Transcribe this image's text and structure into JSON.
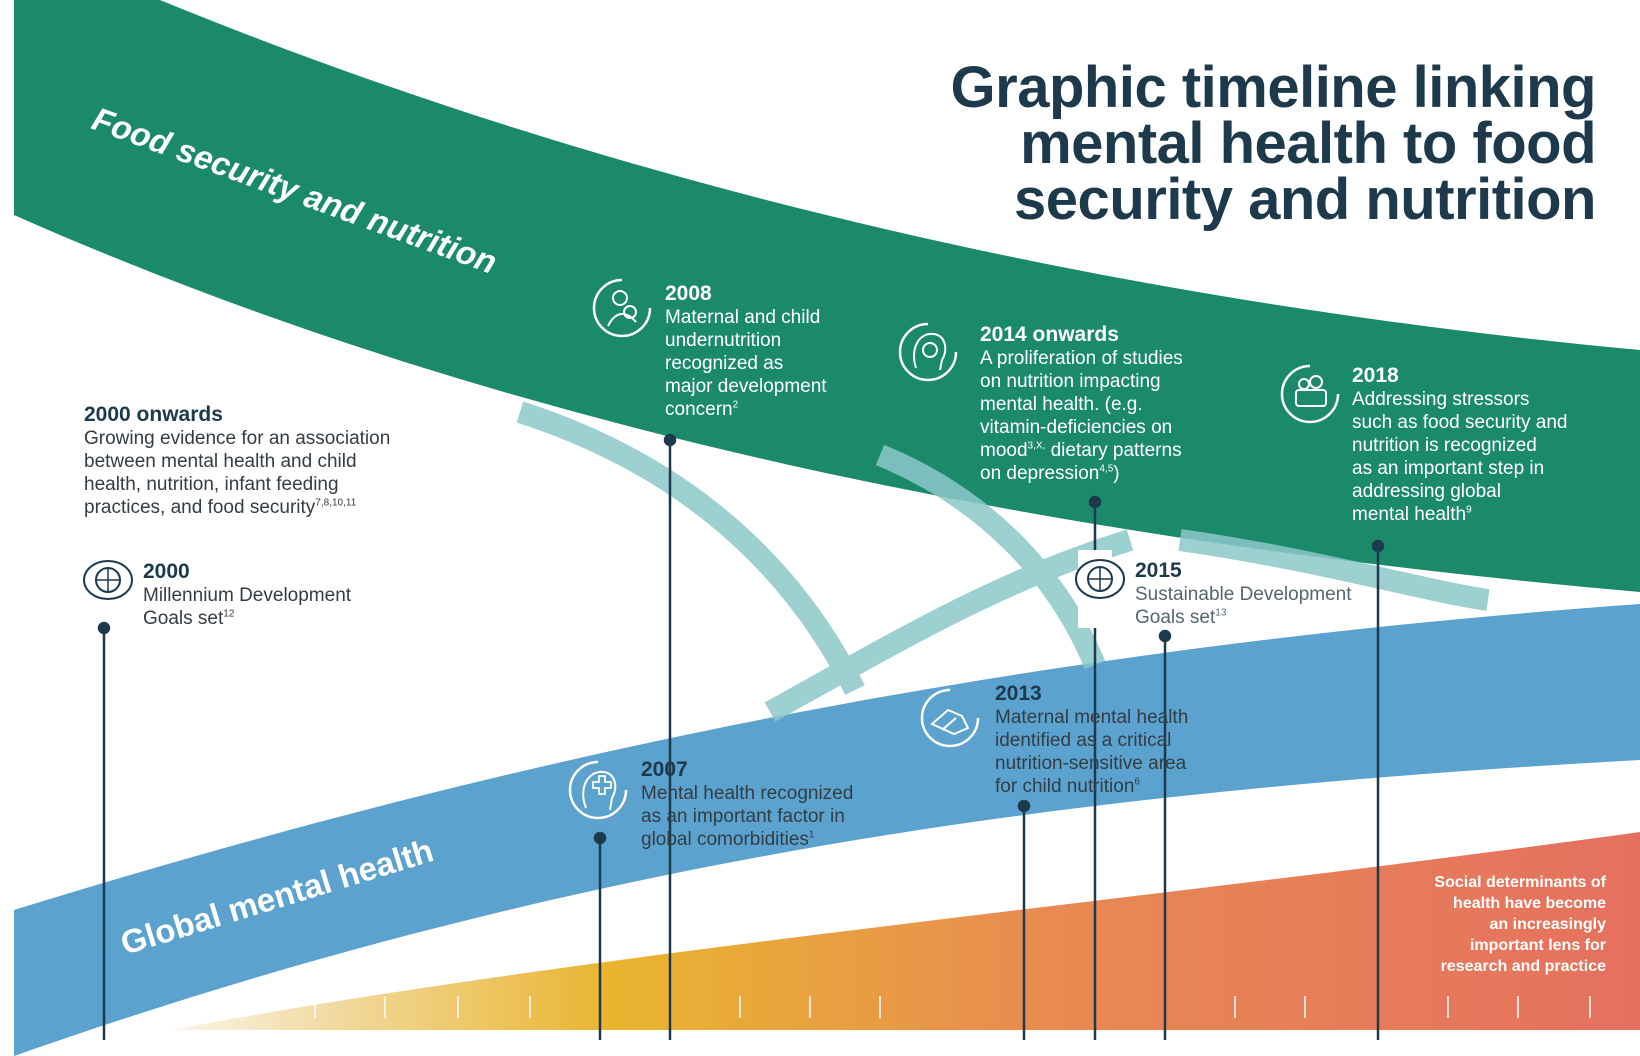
{
  "title": {
    "line1": "Graphic timeline linking",
    "line2": "mental health to food",
    "line3": "security and nutrition"
  },
  "bands": {
    "food": "Food security and nutrition",
    "mental": "Global mental health",
    "social": "Social determinants of\nhealth have become\nan increasingly\nimportant lens for\nresearch and practice"
  },
  "events": [
    {
      "id": "e2000on",
      "year": "2000 onwards",
      "text": "Growing evidence for an association\nbetween mental health and child\nhealth, nutrition, infant feeding\npractices, and food security",
      "ref": "7,8,10,11",
      "icon": "none"
    },
    {
      "id": "e2000",
      "year": "2000",
      "text": "Millennium Development\nGoals set",
      "ref": "12",
      "icon": "un-emblem-icon"
    },
    {
      "id": "e2008",
      "year": "2008",
      "text": "Maternal and child\nundernutrition\nrecognized as\nmajor development\nconcern",
      "ref": "2",
      "icon": "mother-child-icon"
    },
    {
      "id": "e2014",
      "year": "2014 onwards",
      "text": "A proliferation of studies\non nutrition impacting\nmental health. (e.g.\nvitamin-deficiencies on\nmood",
      "ref": "3,X,",
      "text2": " dietary patterns\non depression",
      "ref2": "4,5",
      "text3": ")",
      "icon": "head-apple-icon"
    },
    {
      "id": "e2018",
      "year": "2018",
      "text": "Addressing stressors\nsuch as food security and\nnutrition is recognized\nas an important step in\naddressing global\nmental health",
      "ref": "9",
      "icon": "food-basket-icon"
    },
    {
      "id": "e2015",
      "year": "2015",
      "text": "Sustainable Development\nGoals set",
      "ref": "13",
      "icon": "un-emblem-icon"
    },
    {
      "id": "e2013",
      "year": "2013",
      "text": "Maternal mental health\nidentified as a critical\nnutrition-sensitive area\nfor child nutrition",
      "ref": "6",
      "icon": "holding-hands-icon"
    },
    {
      "id": "e2007",
      "year": "2007",
      "text": "Mental health recognized\nas an important factor in\nglobal comorbidities",
      "ref": "1",
      "icon": "head-medical-cross-icon"
    }
  ],
  "colors": {
    "food_band": "#1b8a6b",
    "mental_band": "#5ba2cf",
    "connector": "#8cc8c9",
    "title": "#1d3a4d",
    "gradient": [
      "#fbf6ea",
      "#e9b52f",
      "#e88a52",
      "#e5705f"
    ]
  }
}
